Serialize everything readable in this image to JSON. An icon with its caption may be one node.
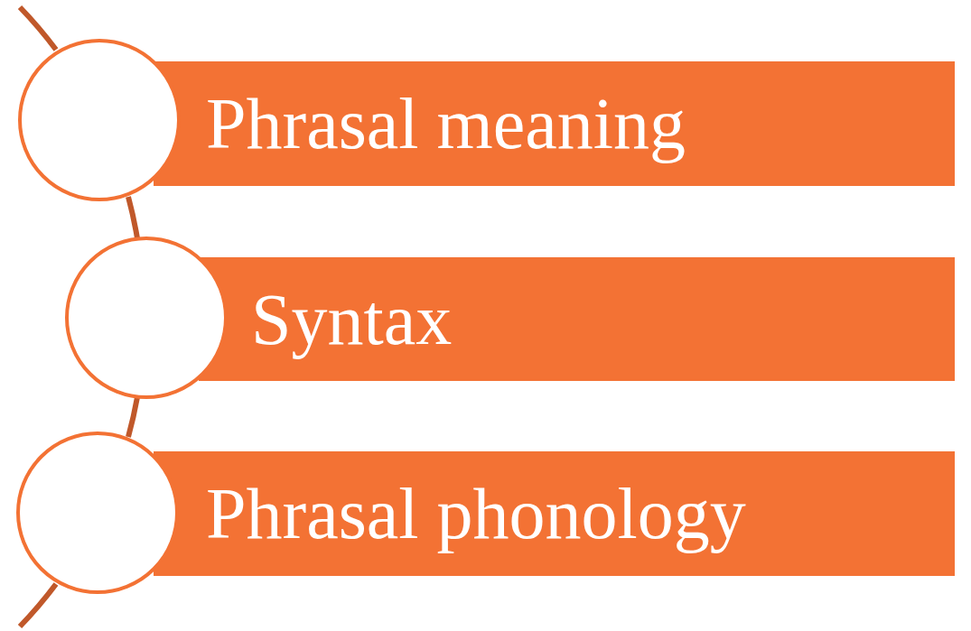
{
  "diagram": {
    "nodes": [
      {
        "text": [
          "Phrasal meaning"
        ]
      },
      {
        "text": [
          "Syntax"
        ]
      },
      {
        "text": [
          "Phrasal phonology"
        ]
      },
      {
        "text": [],
        "shape": "circle"
      },
      {
        "text": [],
        "shape": "circle"
      },
      {
        "text": [],
        "shape": "circle"
      }
    ],
    "edges": [
      {
        "from": 3,
        "to": 4,
        "arrow": "none"
      },
      {
        "from": 4,
        "to": 5,
        "arrow": "none"
      }
    ]
  }
}
